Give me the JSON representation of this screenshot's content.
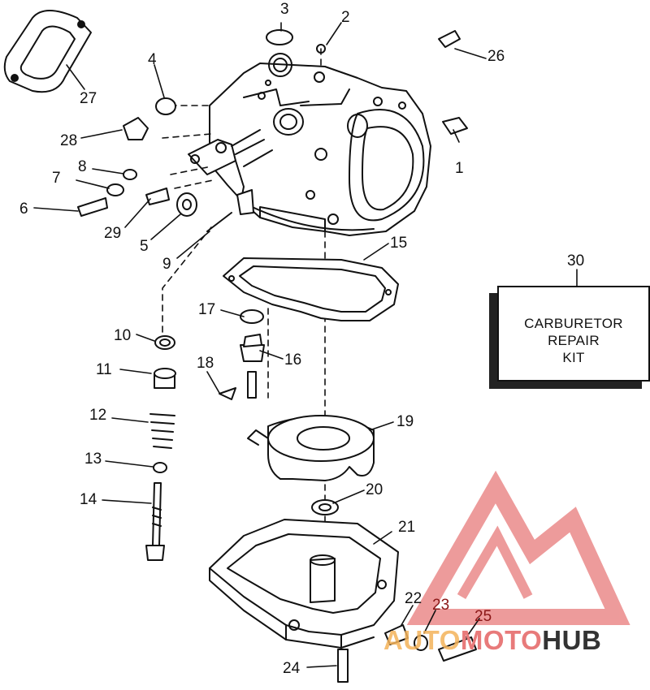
{
  "callouts": [
    "1",
    "2",
    "3",
    "4",
    "5",
    "6",
    "7",
    "8",
    "9",
    "10",
    "11",
    "12",
    "13",
    "14",
    "15",
    "16",
    "17",
    "18",
    "19",
    "20",
    "21",
    "22",
    "23",
    "24",
    "25",
    "26",
    "27",
    "28",
    "29",
    "30"
  ],
  "kit": {
    "lines": [
      "CARBURETOR",
      "REPAIR",
      "KIT"
    ]
  },
  "watermark": {
    "part1": "AUTO",
    "part2": "MOTO",
    "part3": "HUB",
    "colors": {
      "accent": "#e87a7a",
      "dark": "#333333",
      "fade": "#f4b35a"
    }
  },
  "colors": {
    "line": "#111111",
    "paper": "#ffffff"
  }
}
